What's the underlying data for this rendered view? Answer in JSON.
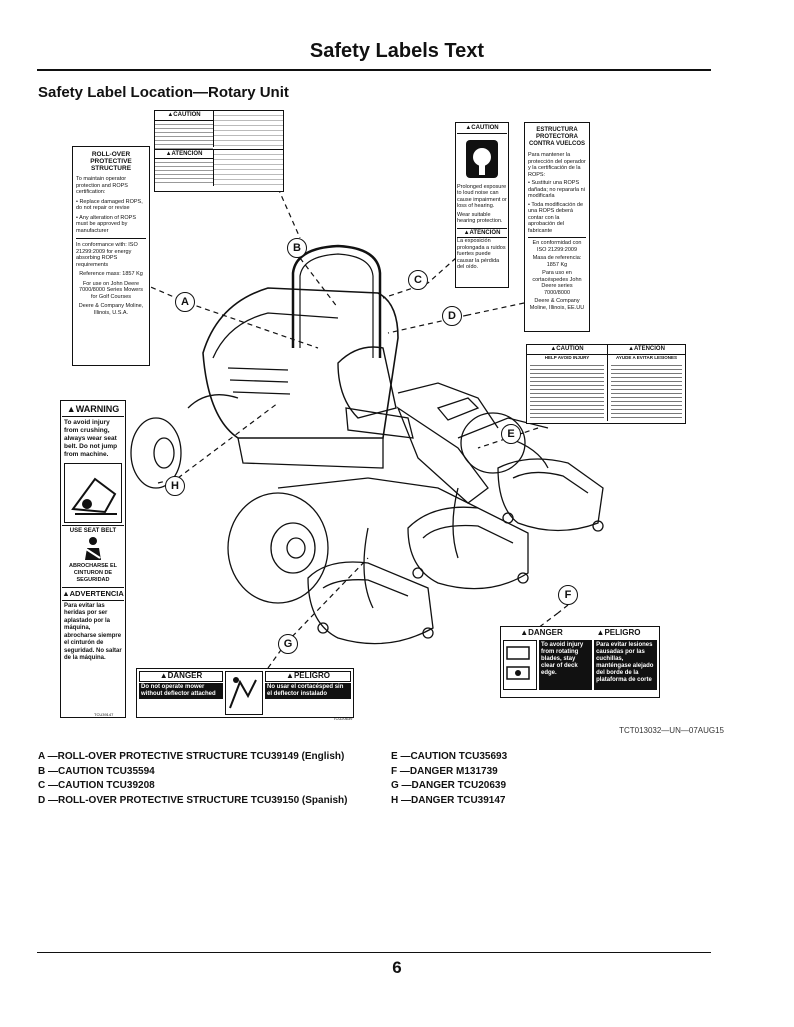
{
  "page": {
    "title": "Safety Labels Text",
    "subtitle": "Safety Label Location—Rotary Unit",
    "figure_code": "TCT013032—UN—07AUG15",
    "page_number": "6"
  },
  "legend_left": [
    "A —ROLL-OVER PROTECTIVE STRUCTURE TCU39149 (English)",
    "B —CAUTION TCU35594",
    "C —CAUTION TCU39208",
    "D —ROLL-OVER PROTECTIVE STRUCTURE TCU39150 (Spanish)"
  ],
  "legend_right": [
    "E —CAUTION TCU35693",
    "F —DANGER M131739",
    "G —DANGER TCU20639",
    "H —DANGER TCU39147"
  ],
  "callouts": [
    "A",
    "B",
    "C",
    "D",
    "E",
    "F",
    "G",
    "H"
  ],
  "labels": {
    "rops_en": {
      "heading": "ROLL-OVER PROTECTIVE STRUCTURE",
      "line1": "To maintain operator protection and ROPS certification:",
      "line2": "• Replace damaged ROPS, do not repair or revise",
      "line3": "• Any alteration of ROPS must be approved by manufacturer",
      "line4": "In conformance with: ISO 21299:2009 for energy absorbing ROPS requirements",
      "line5": "Reference mass: 1857 Kg",
      "line6": "For use on John Deere 7000/8000 Series Mowers for Golf Courses",
      "line7": "Deere & Company Moline, Illinois, U.S.A."
    },
    "rops_es": {
      "heading": "ESTRUCTURA PROTECTORA CONTRA VUELCOS",
      "line1": "Para mantener la protección del operador y la certificación de la ROPS:",
      "line2": "• Sustituir una ROPS dañada; no repararla ni modificarla",
      "line3": "• Toda modificación de una ROPS deberá contar con la aprobación del fabricante",
      "line4": "En conformidad con ISO 21299:2009",
      "line5": "Masa de referencia: 1857 Kg",
      "line6": "Para uso en cortacéspedes John Deere series 7000/8000",
      "line7": "Deere & Company Moline, Illinois, EE.UU"
    },
    "caution_c": {
      "heading": "▲CAUTION",
      "text": "Prolonged exposure to loud noise can cause impairment or loss of hearing.",
      "text2": "Wear suitable hearing protection.",
      "heading_es": "▲ATENCIÓN",
      "text_es": "La exposición prolongada a ruidos fuertes puede causar la pérdida del oído."
    },
    "caution_b": {
      "heading": "▲CAUTION",
      "heading_es": "▲ATENCIÓN"
    },
    "caution_e": {
      "heading": "▲CAUTION",
      "sub": "HELP AVOID INJURY",
      "heading_es": "▲ATENCIÓN",
      "sub_es": "AYUDE A EVITAR LESIONES"
    },
    "warning_h": {
      "heading": "▲WARNING",
      "text": "To avoid injury from crushing, always wear seat belt. Do not jump from machine.",
      "belt": "USE SEAT BELT",
      "belt_es": "ABROCHARSE EL CINTURON DE SEGURIDAD",
      "heading_es": "▲ADVERTENCIA",
      "text_es": "Para evitar las heridas por ser aplastado por la máquina, abrocharse siempre el cinturón de seguridad. No saltar de la máquina.",
      "code": "TCU39147"
    },
    "danger_g": {
      "heading": "▲DANGER",
      "text": "Do not operate mower without deflector attached",
      "heading_es": "▲PELIGRO",
      "text_es": "No usar el cortacésped sin el deflector instalado",
      "code": "TCU20639"
    },
    "danger_f": {
      "heading": "▲DANGER",
      "text": "To avoid injury from rotating blades, stay clear of deck edge.",
      "heading_es": "▲PELIGRO",
      "text_es": "Para evitar lesiones causadas por las cuchillas, manténgase alejado del borde de la plataforma de corte"
    }
  }
}
